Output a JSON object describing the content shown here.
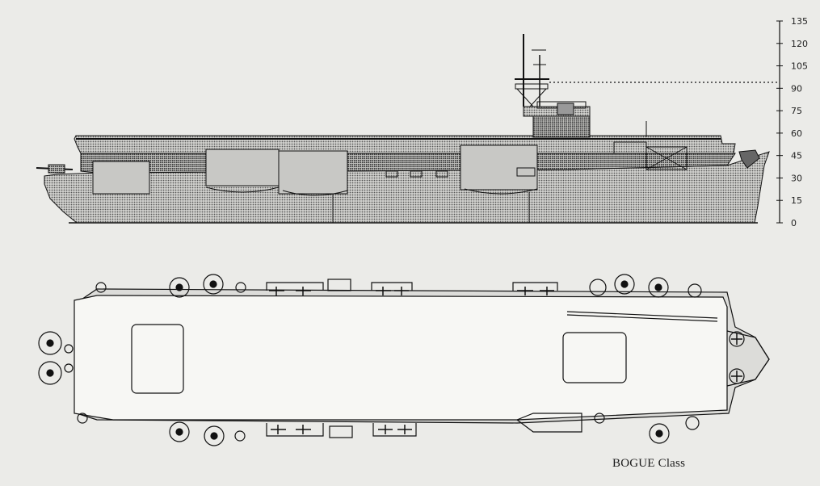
{
  "caption": "BOGUE Class",
  "scale": {
    "ticks": [
      "135",
      "120",
      "105",
      "90",
      "75",
      "60",
      "45",
      "30",
      "15",
      "0"
    ]
  },
  "colors": {
    "ink": "#111111",
    "hull_shade": "#9a9a98",
    "deck_fill": "#f7f7f4",
    "paper": "#ebebe8"
  }
}
